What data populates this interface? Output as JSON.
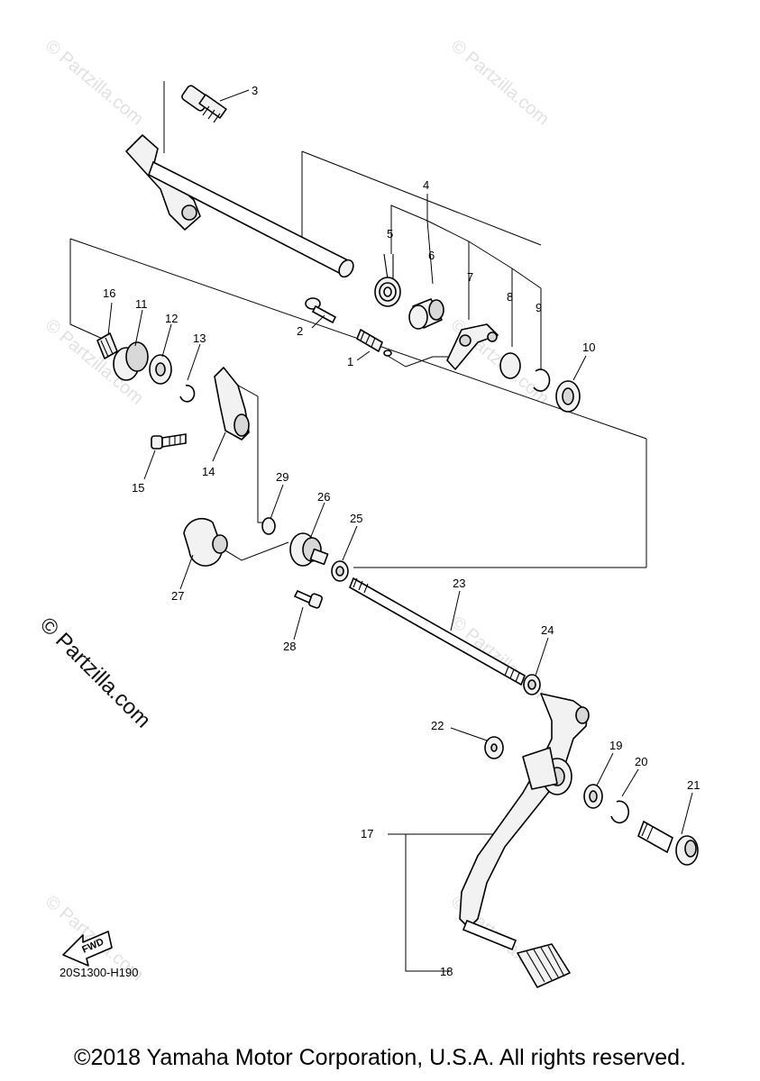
{
  "diagram": {
    "code": "20S1300-H190",
    "fwd_label": "FWD",
    "copyright": "©2018 Yamaha Motor Corporation, U.S.A. All rights reserved.",
    "watermark": "© Partzilla.com",
    "callouts": [
      "1",
      "2",
      "3",
      "4",
      "5",
      "6",
      "7",
      "8",
      "9",
      "10",
      "11",
      "12",
      "13",
      "14",
      "15",
      "16",
      "17",
      "18",
      "19",
      "20",
      "21",
      "22",
      "23",
      "24",
      "25",
      "26",
      "27",
      "28",
      "29"
    ]
  }
}
